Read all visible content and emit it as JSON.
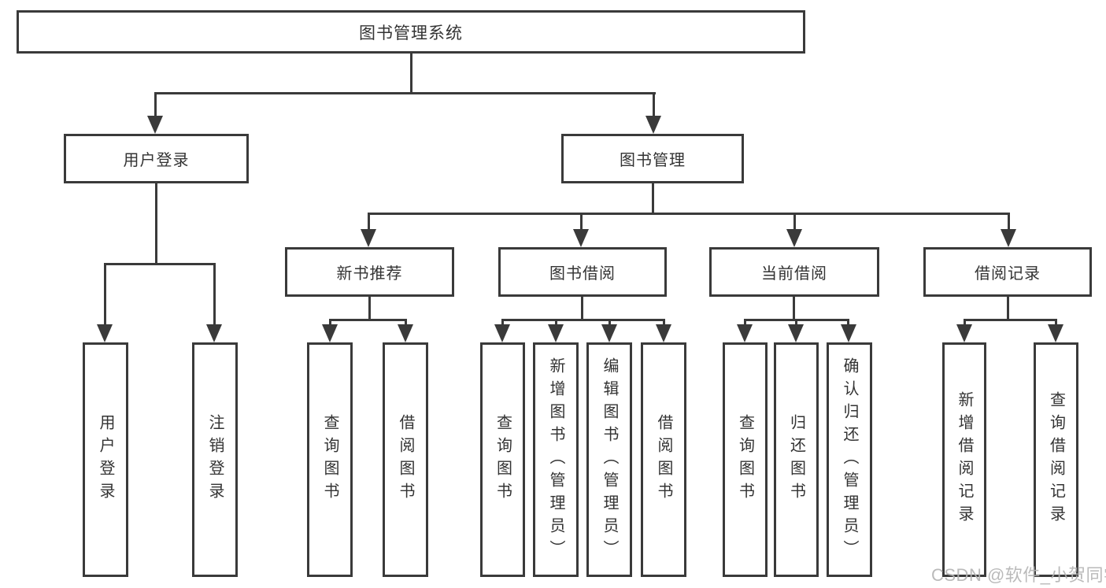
{
  "colors": {
    "line": "#3a3a3a",
    "text": "#333333",
    "background": "#ffffff",
    "watermark": "#b3b3b3"
  },
  "watermark": {
    "text": "CSDN @软件_小贺同学"
  },
  "tree": {
    "label": "图书管理系统",
    "children": [
      {
        "label": "用户登录",
        "children": [
          {
            "label": "用户登录"
          },
          {
            "label": "注销登录"
          }
        ]
      },
      {
        "label": "图书管理",
        "children": [
          {
            "label": "新书推荐",
            "children": [
              {
                "label": "查询图书"
              },
              {
                "label": "借阅图书"
              }
            ]
          },
          {
            "label": "图书借阅",
            "children": [
              {
                "label": "查询图书"
              },
              {
                "label": "新增图书（管理员）"
              },
              {
                "label": "编辑图书（管理员）"
              },
              {
                "label": "借阅图书"
              }
            ]
          },
          {
            "label": "当前借阅",
            "children": [
              {
                "label": "查询图书"
              },
              {
                "label": "归还图书"
              },
              {
                "label": "确认归还（管理员）"
              }
            ]
          },
          {
            "label": "借阅记录",
            "children": [
              {
                "label": "新增借阅记录"
              },
              {
                "label": "查询借阅记录"
              }
            ]
          }
        ]
      }
    ]
  }
}
